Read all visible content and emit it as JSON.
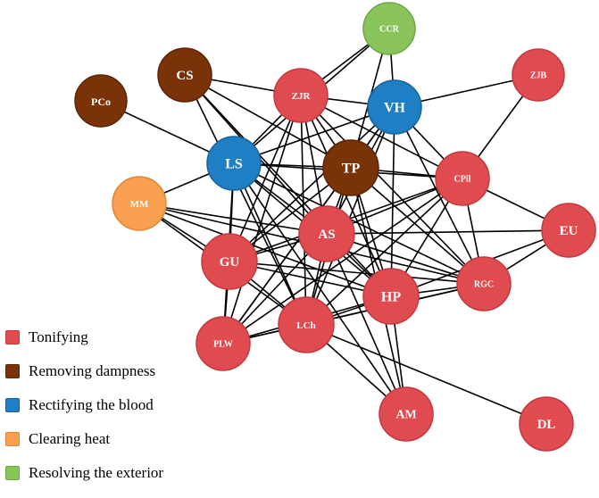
{
  "categories": [
    {
      "key": "tonifying",
      "label": "Tonifying",
      "color": "#e04b50",
      "border": "#c03a3f"
    },
    {
      "key": "dampness",
      "label": "Removing dampness",
      "color": "#7a3208",
      "border": "#5c2505"
    },
    {
      "key": "blood",
      "label": "Rectifying the blood",
      "color": "#1f7fc4",
      "border": "#15649b"
    },
    {
      "key": "heat",
      "label": "Clearing heat",
      "color": "#f8a050",
      "border": "#e0883a"
    },
    {
      "key": "exterior",
      "label": "Resolving the exterior",
      "color": "#88c45a",
      "border": "#6ea745"
    }
  ],
  "nodes": [
    {
      "id": "CCR",
      "label": "CCR",
      "category": "exterior"
    },
    {
      "id": "CS",
      "label": "CS",
      "category": "dampness"
    },
    {
      "id": "PCo",
      "label": "PCo",
      "category": "dampness"
    },
    {
      "id": "ZJR",
      "label": "ZJR",
      "category": "tonifying"
    },
    {
      "id": "VH",
      "label": "VH",
      "category": "blood"
    },
    {
      "id": "ZJB",
      "label": "ZJB",
      "category": "tonifying"
    },
    {
      "id": "LS",
      "label": "LS",
      "category": "blood"
    },
    {
      "id": "TP",
      "label": "TP",
      "category": "dampness"
    },
    {
      "id": "CPil",
      "label": "CPil",
      "category": "tonifying"
    },
    {
      "id": "MM",
      "label": "MM",
      "category": "heat"
    },
    {
      "id": "AS",
      "label": "AS",
      "category": "tonifying"
    },
    {
      "id": "EU",
      "label": "EU",
      "category": "tonifying"
    },
    {
      "id": "GU",
      "label": "GU",
      "category": "tonifying"
    },
    {
      "id": "HP",
      "label": "HP",
      "category": "tonifying"
    },
    {
      "id": "RGC",
      "label": "RGC",
      "category": "tonifying"
    },
    {
      "id": "PLW",
      "label": "PLW",
      "category": "tonifying"
    },
    {
      "id": "LCh",
      "label": "LCh",
      "category": "tonifying"
    },
    {
      "id": "AM",
      "label": "AM",
      "category": "tonifying"
    },
    {
      "id": "DL",
      "label": "DL",
      "category": "tonifying"
    }
  ],
  "edges": [
    [
      "CCR",
      "ZJR"
    ],
    [
      "CCR",
      "VH"
    ],
    [
      "CCR",
      "TP"
    ],
    [
      "CCR",
      "LS"
    ],
    [
      "CS",
      "ZJR"
    ],
    [
      "CS",
      "TP"
    ],
    [
      "CS",
      "AS"
    ],
    [
      "CS",
      "HP"
    ],
    [
      "CS",
      "LCh"
    ],
    [
      "PCo",
      "LS"
    ],
    [
      "ZJB",
      "VH"
    ],
    [
      "ZJB",
      "CPil"
    ],
    [
      "ZJR",
      "VH"
    ],
    [
      "ZJR",
      "LS"
    ],
    [
      "ZJR",
      "TP"
    ],
    [
      "ZJR",
      "CPil"
    ],
    [
      "ZJR",
      "AS"
    ],
    [
      "ZJR",
      "GU"
    ],
    [
      "ZJR",
      "HP"
    ],
    [
      "ZJR",
      "RGC"
    ],
    [
      "ZJR",
      "LCh"
    ],
    [
      "ZJR",
      "PLW"
    ],
    [
      "VH",
      "LS"
    ],
    [
      "VH",
      "TP"
    ],
    [
      "VH",
      "CPil"
    ],
    [
      "VH",
      "AS"
    ],
    [
      "VH",
      "GU"
    ],
    [
      "VH",
      "HP"
    ],
    [
      "VH",
      "LCh"
    ],
    [
      "VH",
      "PLW"
    ],
    [
      "VH",
      "RGC"
    ],
    [
      "LS",
      "TP"
    ],
    [
      "LS",
      "CPil"
    ],
    [
      "LS",
      "AS"
    ],
    [
      "LS",
      "GU"
    ],
    [
      "LS",
      "HP"
    ],
    [
      "LS",
      "RGC"
    ],
    [
      "LS",
      "LCh"
    ],
    [
      "LS",
      "PLW"
    ],
    [
      "LS",
      "MM"
    ],
    [
      "LS",
      "AM"
    ],
    [
      "TP",
      "CPil"
    ],
    [
      "TP",
      "AS"
    ],
    [
      "TP",
      "GU"
    ],
    [
      "TP",
      "HP"
    ],
    [
      "TP",
      "RGC"
    ],
    [
      "TP",
      "LCh"
    ],
    [
      "TP",
      "PLW"
    ],
    [
      "TP",
      "AM"
    ],
    [
      "CPil",
      "AS"
    ],
    [
      "CPil",
      "GU"
    ],
    [
      "CPil",
      "HP"
    ],
    [
      "CPil",
      "RGC"
    ],
    [
      "CPil",
      "LCh"
    ],
    [
      "CPil",
      "PLW"
    ],
    [
      "CPil",
      "EU"
    ],
    [
      "MM",
      "GU"
    ],
    [
      "MM",
      "AS"
    ],
    [
      "MM",
      "HP"
    ],
    [
      "MM",
      "LCh"
    ],
    [
      "MM",
      "RGC"
    ],
    [
      "AS",
      "GU"
    ],
    [
      "AS",
      "HP"
    ],
    [
      "AS",
      "RGC"
    ],
    [
      "AS",
      "LCh"
    ],
    [
      "AS",
      "PLW"
    ],
    [
      "AS",
      "EU"
    ],
    [
      "AS",
      "AM"
    ],
    [
      "EU",
      "HP"
    ],
    [
      "EU",
      "RGC"
    ],
    [
      "GU",
      "HP"
    ],
    [
      "GU",
      "RGC"
    ],
    [
      "GU",
      "LCh"
    ],
    [
      "GU",
      "PLW"
    ],
    [
      "HP",
      "RGC"
    ],
    [
      "HP",
      "LCh"
    ],
    [
      "HP",
      "PLW"
    ],
    [
      "HP",
      "AM"
    ],
    [
      "RGC",
      "LCh"
    ],
    [
      "RGC",
      "PLW"
    ],
    [
      "LCh",
      "PLW"
    ],
    [
      "LCh",
      "AM"
    ],
    [
      "LCh",
      "DL"
    ]
  ]
}
